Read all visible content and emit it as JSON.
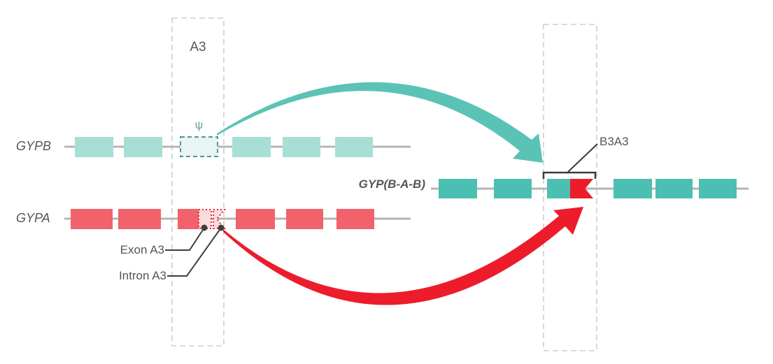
{
  "diagram": {
    "a3_region_label": "A3",
    "gypb": {
      "label": "GYPB",
      "pseudoexon_symbol": "ψ",
      "exon_count": 6
    },
    "gypa": {
      "label": "GYPA",
      "exon_count": 6,
      "exon_callout": "Exon A3",
      "intron_callout": "Intron A3"
    },
    "hybrid": {
      "label": "GYP(B-A-B)",
      "insert_label": "B3A3",
      "exon_count": 6
    },
    "colors": {
      "gypb_exon": "#a7dfd7",
      "gypb_pseudoexon_fill": "#e8f5f2",
      "gypb_pseudoexon_border": "#4a9c92",
      "gypa_exon": "#f1626c",
      "gypa_overlay_fill": "#fbdbdf",
      "gypa_overlay_border": "#e9232f",
      "hybrid_exon": "#4bbfb1",
      "insert_red": "#ec1c2b",
      "teal_arrow": "#5bc3b5",
      "red_arrow": "#ec1c2b",
      "gene_line": "#b5b5b5",
      "annotation_line": "#3f3f3f",
      "dashed_box_border": "#cfcfcf",
      "text": "#56565a"
    }
  }
}
